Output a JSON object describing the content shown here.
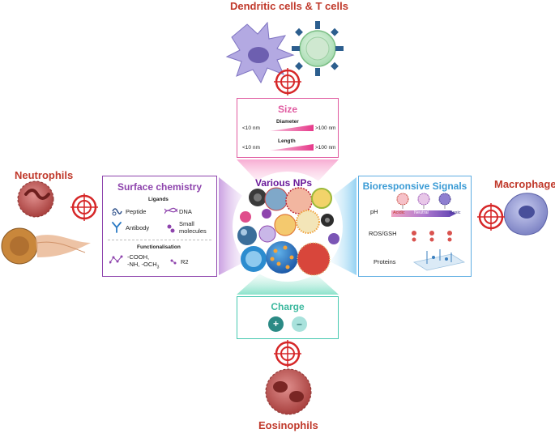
{
  "cells": {
    "top": "Dendritic cells & T cells",
    "left": "Neutrophils",
    "right": "Macrophages",
    "bottom": "Eosinophils"
  },
  "center": {
    "title": "Various NPs"
  },
  "size": {
    "title": "Size",
    "diameter_label": "Diameter",
    "length_label": "Length",
    "min": "<10 nm",
    "max": ">100 nm"
  },
  "surface": {
    "title": "Surface chemistry",
    "ligands_label": "Ligands",
    "peptide": "Peptide",
    "dna": "DNA",
    "antibody": "Antibody",
    "small_molecules_1": "Small",
    "small_molecules_2": "molecules",
    "functionalisation_label": "Functionalisation",
    "func_groups_1": "-COOH,",
    "func_groups_2": "-NH, -OCH",
    "func_groups_sub": "3",
    "r2": "R2"
  },
  "bio": {
    "title": "Bioresponsive Signals",
    "ph": "pH",
    "acidic": "Acidic",
    "neutral": "Neutral",
    "basic": "Basic",
    "ros": "ROS/GSH",
    "proteins": "Proteins"
  },
  "charge": {
    "title": "Charge",
    "plus": "+",
    "minus": "–"
  },
  "colors": {
    "cell_title": "#c0392b",
    "size": "#e05aa0",
    "surface": "#8e44ad",
    "bio": "#5dade2",
    "charge": "#48c9b0",
    "target": "#d62728",
    "center_title": "#6a1b9a"
  }
}
